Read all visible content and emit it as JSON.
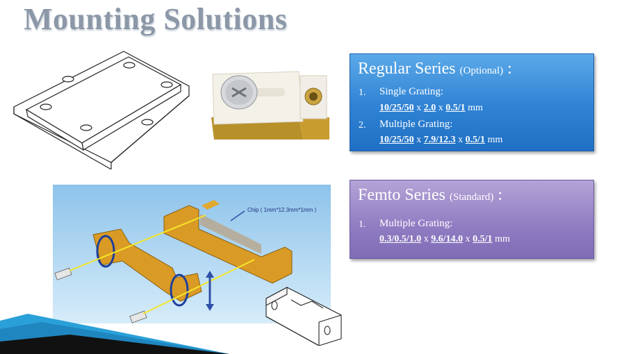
{
  "slide": {
    "title": "Mounting Solutions"
  },
  "regular": {
    "title": "Regular Series",
    "note": "(Optional)",
    "colon": ":",
    "items": [
      {
        "num": "1.",
        "name": "Single Grating:",
        "dims": [
          "10/25/50",
          "2.0",
          "0.5/1"
        ],
        "sep": "x",
        "unit": "mm"
      },
      {
        "num": "2.",
        "name": "Multiple Grating:",
        "dims": [
          "10/25/50",
          "7.9/12.3",
          "0.5/1"
        ],
        "sep": "x",
        "unit": "mm"
      }
    ]
  },
  "femto": {
    "title": "Femto Series",
    "note": "(Standard)",
    "colon": ":",
    "items": [
      {
        "num": "1.",
        "name": "Multiple Grating:",
        "dims": [
          "0.3/0.5/1.0",
          "9.6/14.0",
          "0.5/1"
        ],
        "sep": "x",
        "unit": "mm"
      }
    ]
  },
  "figures": {
    "chip_label": "Chip ( 1mm*12.3mm*1mm )"
  }
}
